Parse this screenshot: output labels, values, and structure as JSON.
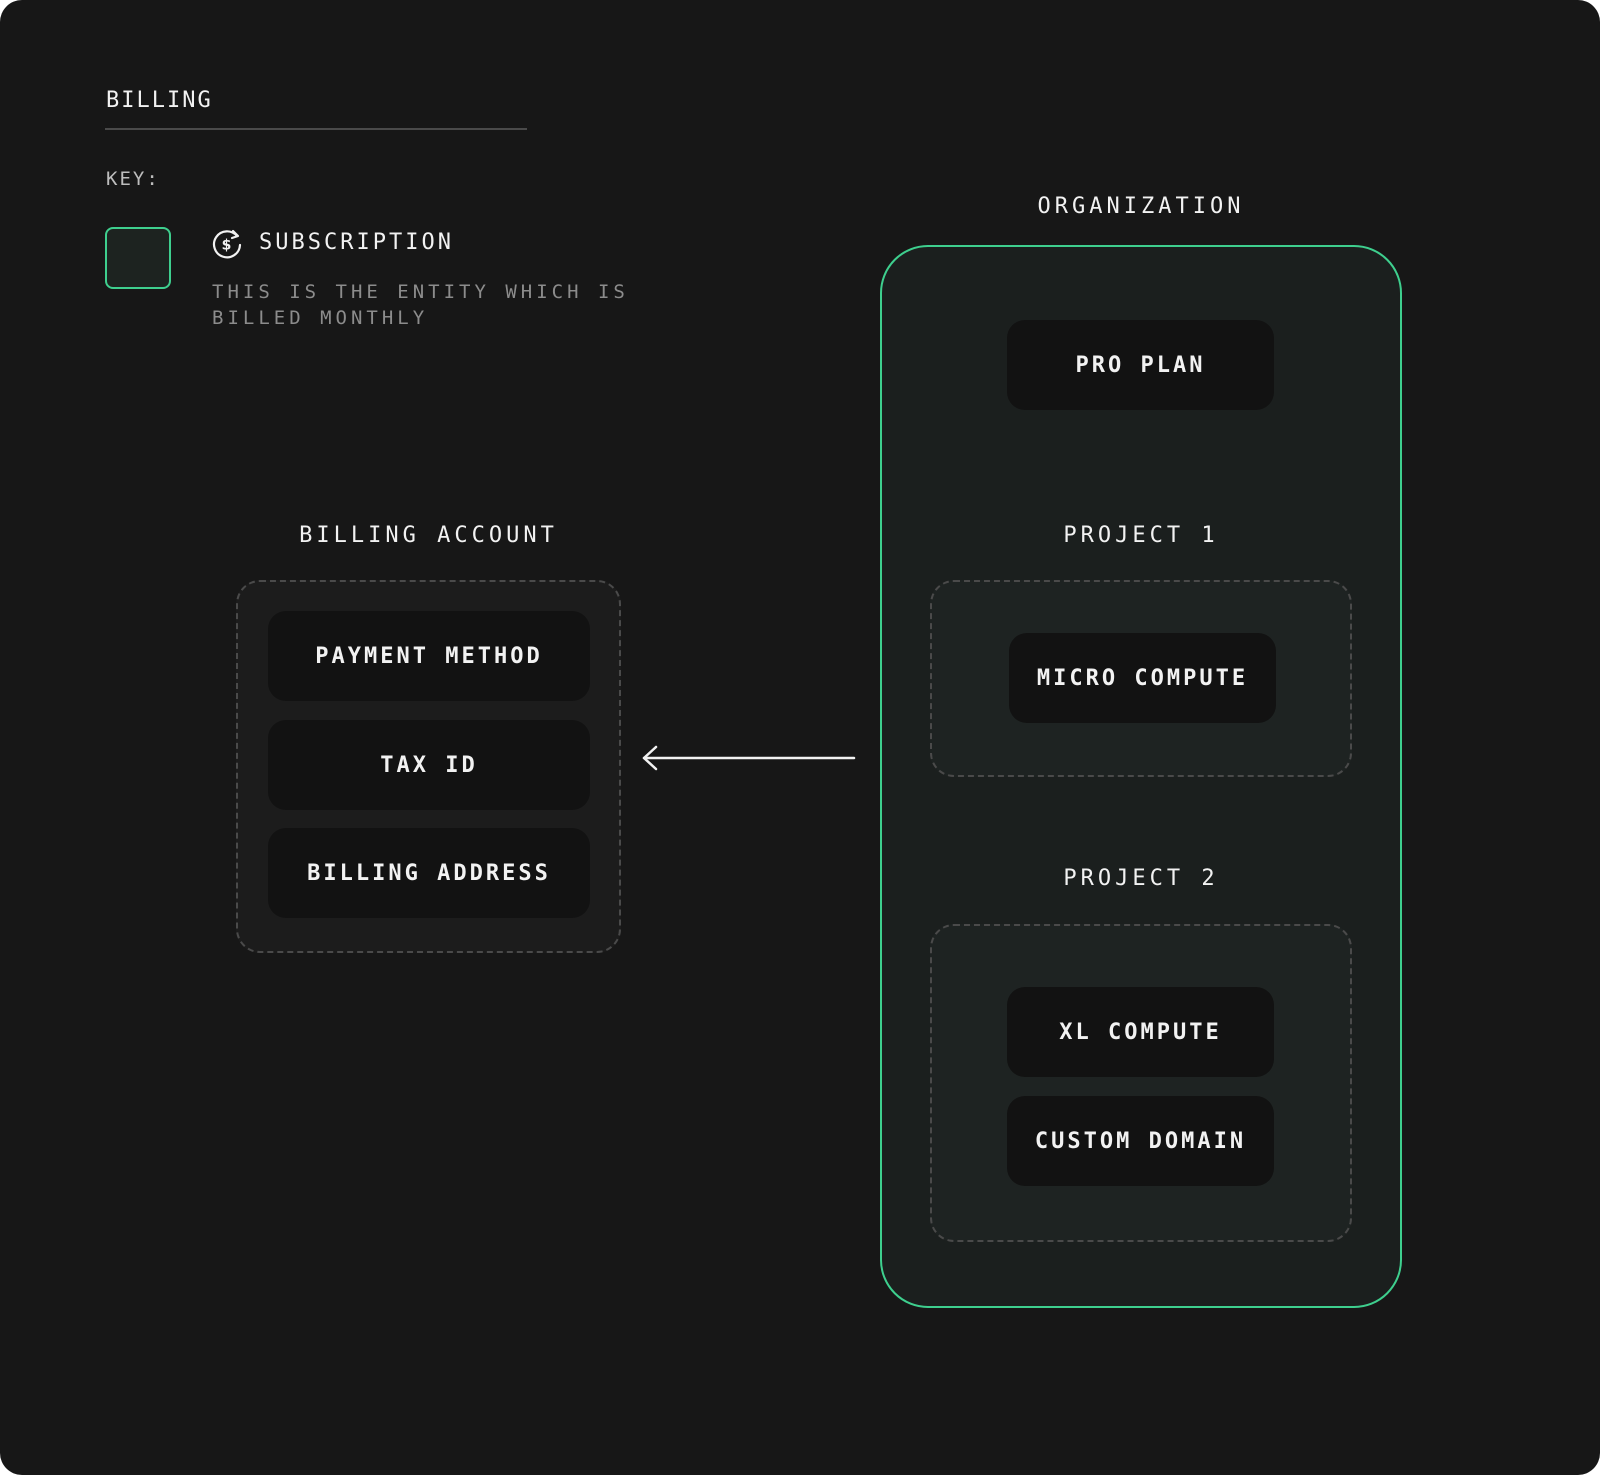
{
  "header": {
    "title": "BILLING"
  },
  "key": {
    "label": "KEY:",
    "item_name": "SUBSCRIPTION",
    "item_description": "THIS IS THE ENTITY WHICH IS BILLED MONTHLY",
    "swatch_border_color": "#3ecf8e",
    "icon": "recurring-dollar-icon"
  },
  "billing_account": {
    "label": "BILLING ACCOUNT",
    "items": [
      "PAYMENT METHOD",
      "TAX ID",
      "BILLING ADDRESS"
    ]
  },
  "organization": {
    "label": "ORGANIZATION",
    "plan": "PRO PLAN",
    "projects": [
      {
        "label": "PROJECT 1",
        "items": [
          "MICRO COMPUTE"
        ]
      },
      {
        "label": "PROJECT 2",
        "items": [
          "XL COMPUTE",
          "CUSTOM DOMAIN"
        ]
      }
    ]
  },
  "connector": {
    "direction": "organization-to-billing-account",
    "icon": "arrow-left-icon"
  },
  "colors": {
    "background": "#171717",
    "accent": "#3ecf8e",
    "pill": "#121212",
    "text": "#f2f2f2",
    "muted_text": "#8c8c8c"
  }
}
